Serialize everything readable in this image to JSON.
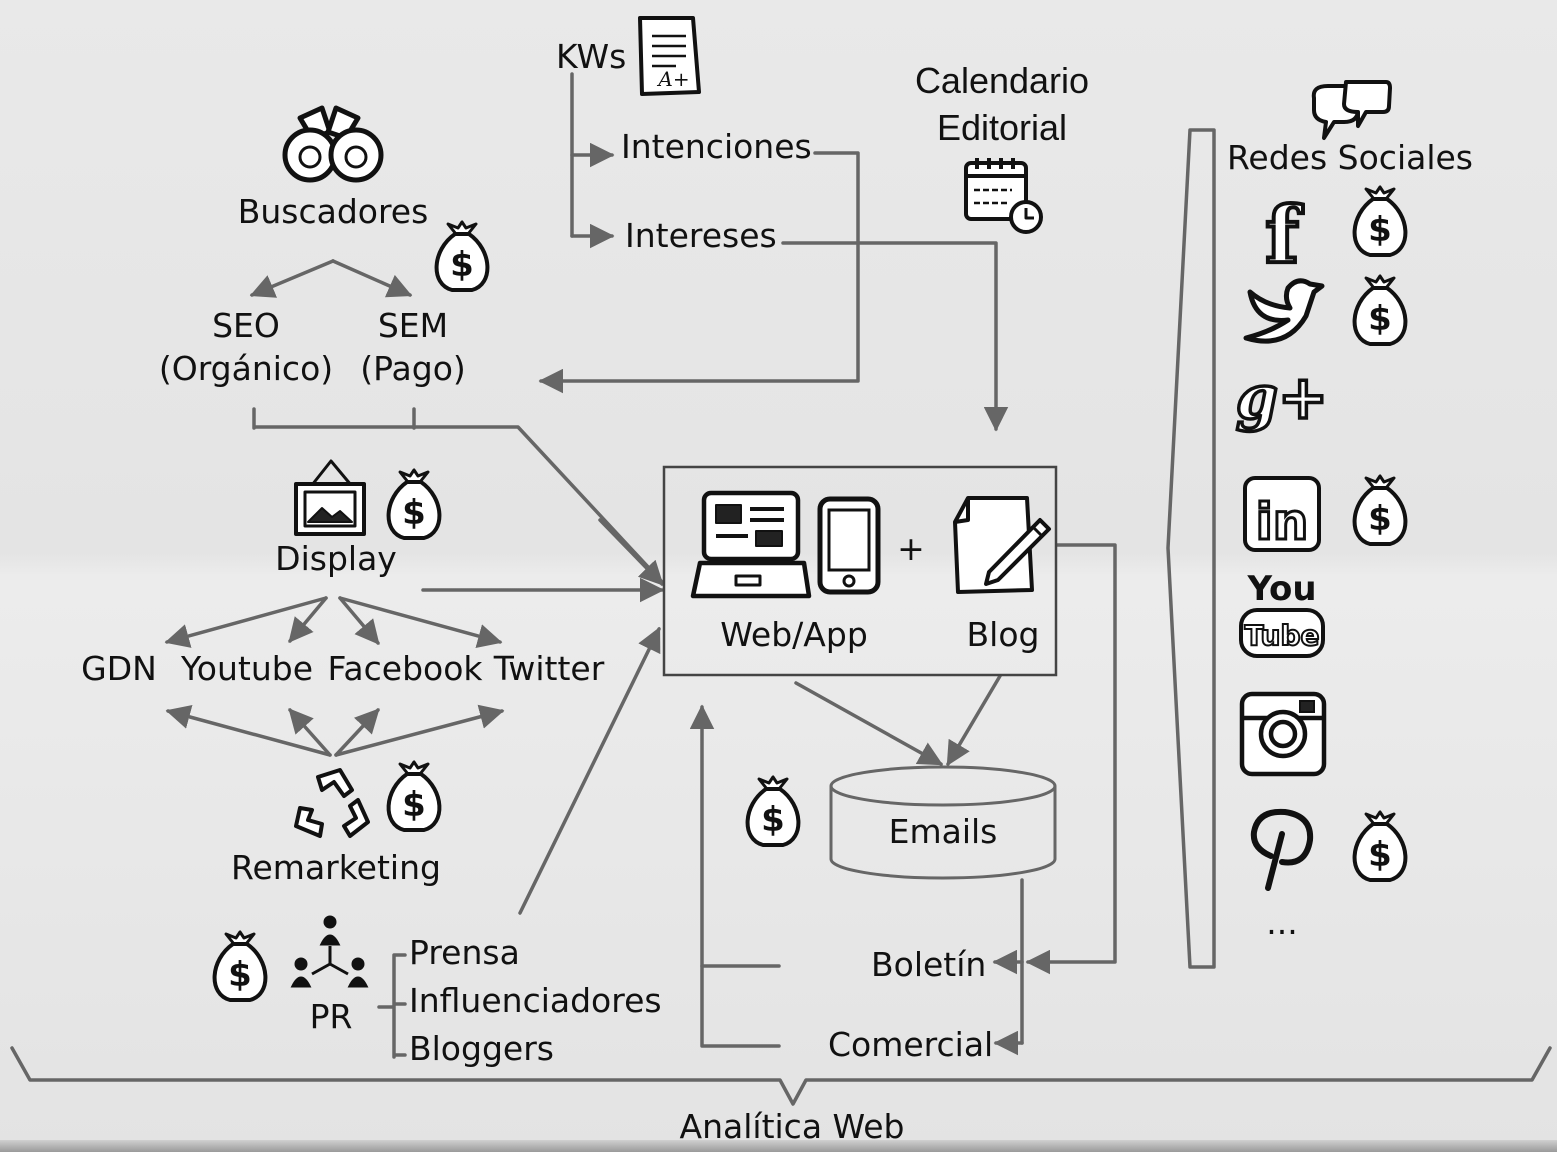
{
  "kws": "KWs",
  "intenciones": "Intenciones",
  "intereses": "Intereses",
  "calendario": {
    "line1": "Calendario",
    "line2": "Editorial"
  },
  "buscadores": "Buscadores",
  "seo": {
    "line1": "SEO",
    "line2": "(Orgánico)"
  },
  "sem": {
    "line1": "SEM",
    "line2": "(Pago)"
  },
  "display": "Display",
  "display_targets": [
    "GDN",
    "Youtube",
    "Facebook",
    "Twitter"
  ],
  "remarketing": "Remarketing",
  "pr": "PR",
  "pr_items": [
    "Prensa",
    "Influenciadores",
    "Bloggers"
  ],
  "web_app": "Web/App",
  "plus": "+",
  "blog": "Blog",
  "emails": "Emails",
  "boletin": "Boletín",
  "comercial": "Comercial",
  "redes_sociales": "Redes Sociales",
  "ellipsis": "...",
  "analitica": "Analítica Web",
  "icon_text": {
    "google_plus": "g+",
    "linkedin": "in",
    "youtube_top": "You",
    "youtube_bottom": "Tube",
    "facebook": "f"
  }
}
